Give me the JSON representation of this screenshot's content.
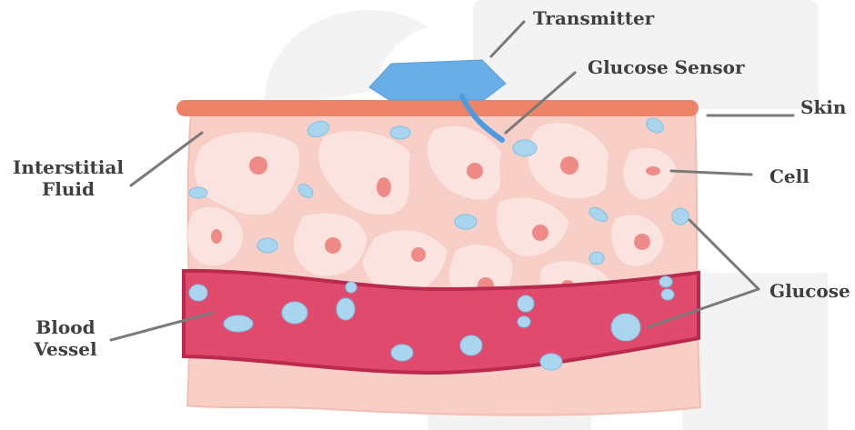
{
  "labels": {
    "transmitter": "Transmitter",
    "glucose_sensor": "Glucose Sensor",
    "skin": "Skin",
    "interstitial_fluid_line1": "Interstitial",
    "interstitial_fluid_line2": "Fluid",
    "cell": "Cell",
    "glucose": "Glucose",
    "blood_vessel_line1": "Blood",
    "blood_vessel_line2": "Vessel"
  },
  "colors": {
    "label_text": "#3f3f3f",
    "leader_line": "#7a7a7a",
    "skin_surface": "#ee8467",
    "tissue": "#f7cfc7",
    "tissue_edge": "#f2bdb3",
    "cell_body": "#fbe4e0",
    "cell_nucleus": "#ee8b87",
    "blood_vessel": "#e04a6c",
    "blood_vessel_wall": "#b92a4c",
    "glucose": "#a9d6ee",
    "glucose_edge": "#7ec0e6",
    "transmitter": "#6aaee8",
    "sensor_filament": "#4f9be0",
    "watermark": "#f3f3f3"
  },
  "icons": {
    "transmitter": "transmitter-device-icon",
    "glucose": "glucose-molecule-icon",
    "cell": "cell-icon"
  }
}
